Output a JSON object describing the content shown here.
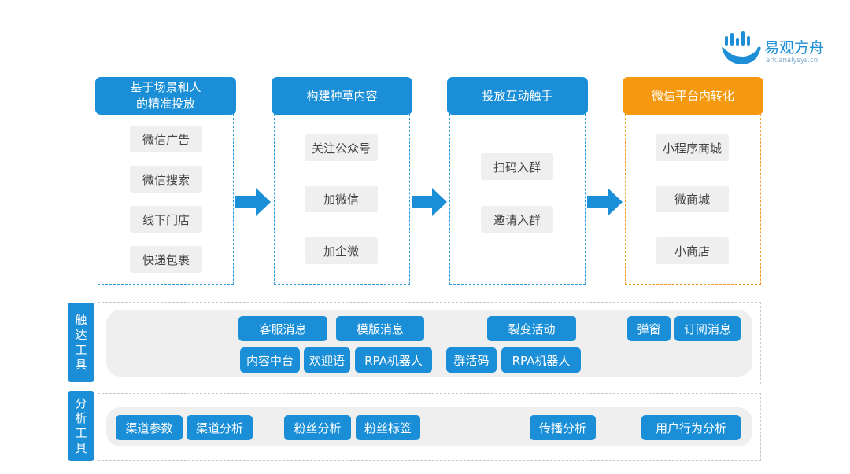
{
  "logo": {
    "name": "易观方舟",
    "subtitle": "ark.analysys.cn"
  },
  "stages": [
    {
      "title": "基于场景和人的精准投放",
      "title_lines": [
        "基于场景和人",
        "的精准投放"
      ],
      "items": [
        "微信广告",
        "微信搜索",
        "线下门店",
        "快递包裹"
      ]
    },
    {
      "title": "构建种草内容",
      "items": [
        "关注公众号",
        "加微信",
        "加企微"
      ]
    },
    {
      "title": "投放互动触手",
      "items": [
        "扫码入群",
        "邀请入群"
      ]
    },
    {
      "title": "微信平台内转化",
      "items": [
        "小程序商城",
        "微商城",
        "小商店"
      ]
    }
  ],
  "touch_tools": {
    "label_chars": [
      "触",
      "达",
      "工",
      "具"
    ],
    "tools": [
      "客服消息",
      "模版消息",
      "裂变活动",
      "弹窗",
      "订阅消息",
      "内容中台",
      "欢迎语",
      "RPA机器人",
      "群活码",
      "RPA机器人"
    ]
  },
  "analysis_tools": {
    "label_chars": [
      "分",
      "析",
      "工",
      "具"
    ],
    "tools": [
      "渠道参数",
      "渠道分析",
      "粉丝分析",
      "粉丝标签",
      "传播分析",
      "用户行为分析"
    ]
  },
  "colors": {
    "primary": "#1a8fd8",
    "accent": "#f59a10",
    "chip_bg": "#efefef"
  }
}
